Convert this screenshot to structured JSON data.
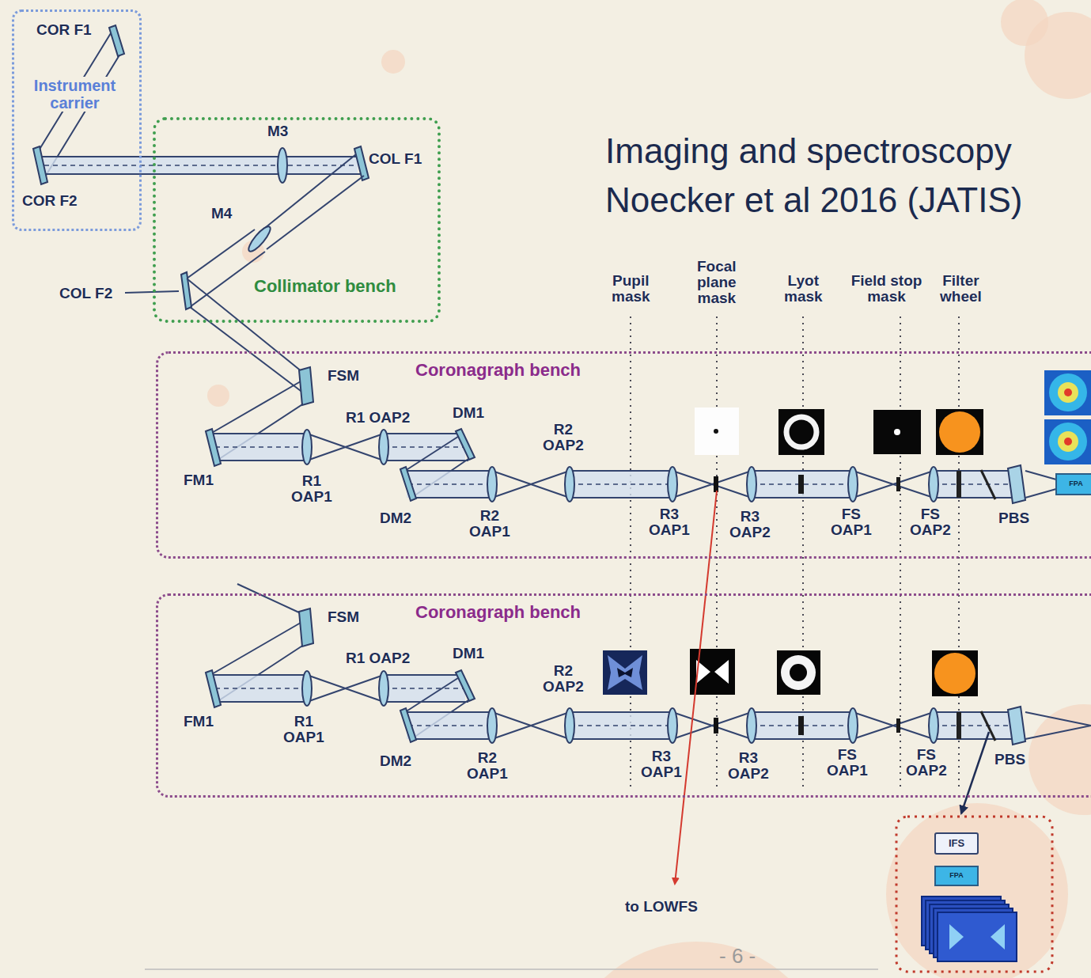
{
  "diagram": {
    "nodes": [
      {
        "text": [
          "Instrument carrier"
        ]
      },
      {
        "text": [
          "Collimator bench"
        ]
      },
      {
        "text": [
          "Coronagraph bench"
        ]
      },
      {
        "text": [
          "FPA"
        ],
        "in": 2
      },
      {
        "text": [
          "Coronagraph bench"
        ]
      },
      {
        "text": [
          "IFS"
        ]
      },
      {
        "text": [
          "FPA"
        ]
      }
    ],
    "labels": [
      "COR F1",
      "COR F2",
      "M3",
      "COL F1",
      "M4",
      "COL F2",
      "Pupil mask",
      "Focal plane mask",
      "Lyot mask",
      "Field stop mask",
      "Filter wheel",
      "FSM",
      "R1 OAP2",
      "DM1",
      "R2 OAP2",
      "FM1",
      "R1 OAP1",
      "DM2",
      "R2 OAP1",
      "R3 OAP1",
      "R3 OAP2",
      "FS OAP1",
      "FS OAP2",
      "PBS",
      "FSM",
      "R1 OAP2",
      "DM1",
      "R2 OAP2",
      "FM1",
      "R1 OAP1",
      "DM2",
      "R2 OAP1",
      "R3 OAP1",
      "R3 OAP2",
      "FS OAP1",
      "FS OAP2",
      "PBS",
      "to LOWFS",
      "Imaging and spectroscopy",
      "Noecker et al 2016 (JATIS)",
      "- 6 -"
    ]
  }
}
